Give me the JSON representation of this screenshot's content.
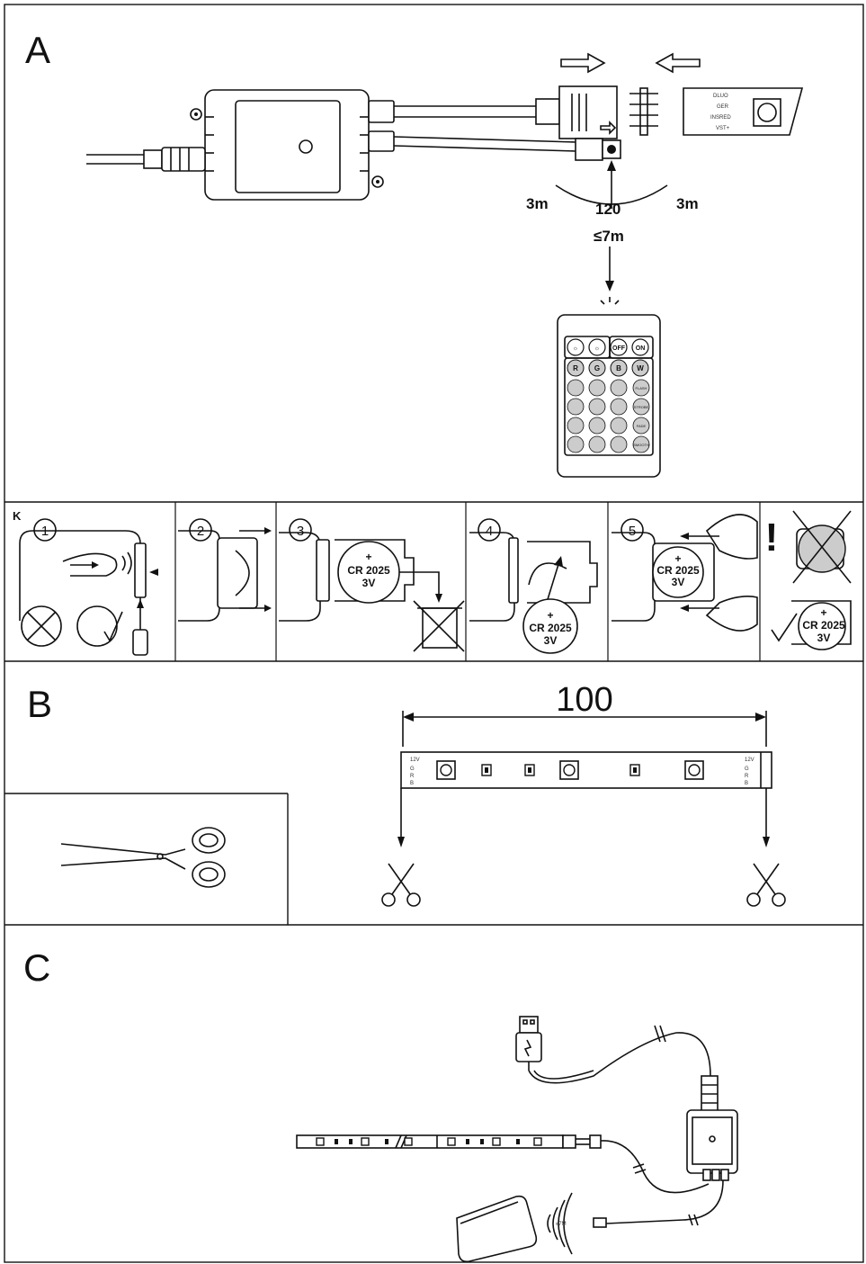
{
  "sections": {
    "a": {
      "label": "A"
    },
    "k": {
      "label": "K"
    },
    "b": {
      "label": "B"
    },
    "c": {
      "label": "C"
    }
  },
  "section_a": {
    "distance_left": "3m",
    "distance_right": "3m",
    "angle": "120",
    "range": "≤7m",
    "strip_pins": [
      "DLUO",
      "GER",
      "INSRED",
      "VST+"
    ]
  },
  "remote": {
    "row1": [
      "☼",
      "☼",
      "OFF",
      "ON"
    ],
    "row2": [
      "R",
      "G",
      "B",
      "W"
    ],
    "side_buttons": [
      "FLASH",
      "STROBE",
      "FADE",
      "SMOOTH"
    ]
  },
  "section_k": {
    "steps": [
      "1",
      "2",
      "3",
      "4",
      "5"
    ],
    "warning": "!",
    "battery_plus": "+",
    "battery_model": "CR 2025",
    "battery_voltage": "3V"
  },
  "section_b": {
    "length": "100",
    "pad_labels": [
      "12V",
      "G",
      "R",
      "B"
    ]
  },
  "section_c": {
    "range": "≤7M"
  }
}
